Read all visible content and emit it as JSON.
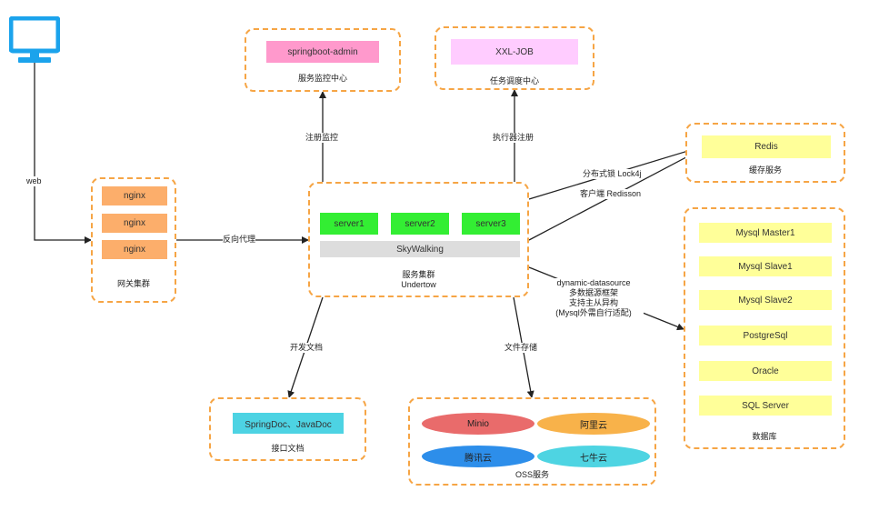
{
  "client": {
    "icon": "monitor-icon",
    "link_label": "web"
  },
  "gateway": {
    "caption": "网关集群",
    "nodes": [
      "nginx",
      "nginx",
      "nginx"
    ],
    "link_label": "反向代理"
  },
  "admin": {
    "label": "springboot-admin",
    "caption": "服务监控中心",
    "link_label": "注册监控"
  },
  "xxljob": {
    "label": "XXL-JOB",
    "caption": "任务调度中心",
    "link_label": "执行器注册"
  },
  "cluster": {
    "servers": [
      "server1",
      "server2",
      "server3"
    ],
    "tracer": "SkyWalking",
    "caption_line1": "服务集群",
    "caption_line2": "Undertow"
  },
  "cache": {
    "label": "Redis",
    "caption": "缓存服务",
    "link_label_1": "分布式锁 Lock4j",
    "link_label_2": "客户端 Redisson"
  },
  "database": {
    "caption": "数据库",
    "items": [
      "Mysql Master1",
      "Mysql Slave1",
      "Mysql Slave2",
      "PostgreSql",
      "Oracle",
      "SQL Server"
    ],
    "link_label_lines": [
      "dynamic-datasource",
      "多数据源框架",
      "支持主从异构",
      "(Mysql外需自行适配)"
    ]
  },
  "docs": {
    "label": "SpringDoc、JavaDoc",
    "caption": "接口文档",
    "link_label": "开发文档"
  },
  "oss": {
    "caption": "OSS服务",
    "providers": [
      "Minio",
      "阿里云",
      "腾讯云",
      "七牛云"
    ],
    "link_label": "文件存储"
  },
  "colors": {
    "dashed_border": "#f6a545",
    "nginx": "#fcae6b",
    "server": "#33ee33",
    "skywalking": "#dddddd",
    "admin": "#ff99cc",
    "xxljob": "#ffccff",
    "yellow": "#ffff99",
    "docs": "#4dd3e3",
    "minio": "#e96b6b",
    "aliyun": "#f8b24a",
    "tencent": "#2d8eea",
    "qiniu": "#4ed4e2",
    "monitor": "#1ba3ec"
  }
}
